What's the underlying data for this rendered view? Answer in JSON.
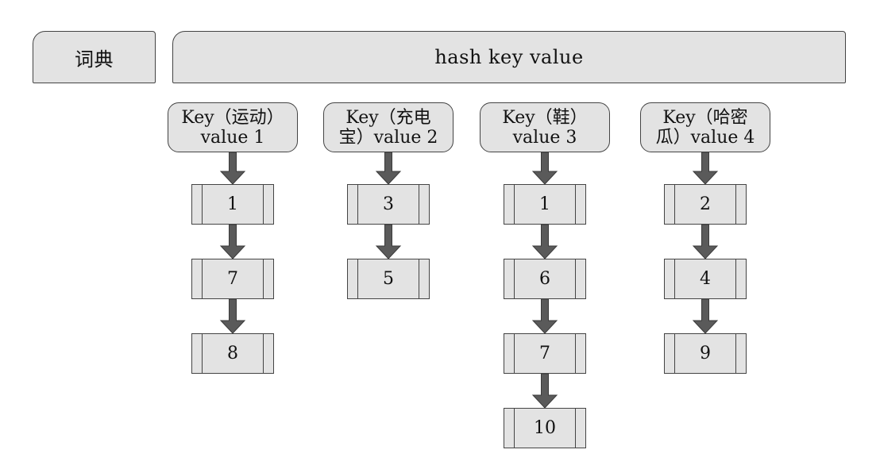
{
  "header": {
    "dict_label": "词典",
    "hash_label": "hash key value"
  },
  "columns": [
    {
      "key_line1": "Key（运动）",
      "key_line2": "value 1",
      "items": [
        "1",
        "7",
        "8"
      ]
    },
    {
      "key_line1": "Key（充电",
      "key_line2": "宝）value 2",
      "items": [
        "3",
        "5"
      ]
    },
    {
      "key_line1": "Key（鞋）",
      "key_line2": "value 3",
      "items": [
        "1",
        "6",
        "7",
        "10"
      ]
    },
    {
      "key_line1": "Key（哈密",
      "key_line2": "瓜）value 4",
      "items": [
        "2",
        "4",
        "9"
      ]
    }
  ],
  "colors": {
    "fill": "#e3e3e3",
    "stroke": "#444444",
    "arrow": "#5a5a5a"
  }
}
